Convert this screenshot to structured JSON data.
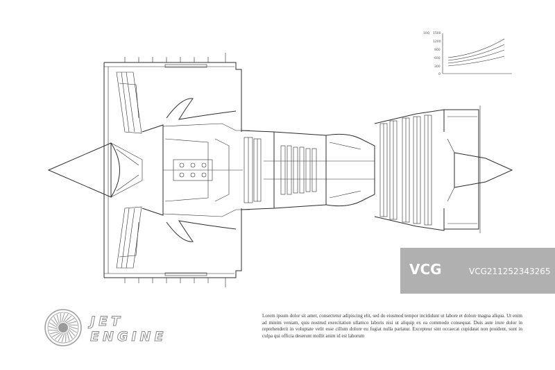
{
  "title": {
    "line1": "JET",
    "line2": "ENGINE"
  },
  "body_text": "Lorem ipsum dolor sit amet, consectetur adipiscing elit, sed do eiusmod tempor incididunt ut labore et dolore magna aliqua. Ut enim ad minim veniam, quis nostrud exercitation ullamco laboris nisi ut aliquip ex ea commodo consequat. Duis aute irure dolor in reprehenderit in voluptate velit esse cillum dolore eu fugiat nulla pariatur. Excepteur sint occaecat cupidatat non proident, sunt in culpa qui officia deserunt mollit anim id est laborum",
  "watermark": {
    "logo": "VCG",
    "id": "VCG211252343265"
  },
  "mini_chart": {
    "y_ticks": [
      "1500",
      "1200",
      "900",
      "600",
      "300",
      "0"
    ],
    "y_top_label": "10Q"
  },
  "colors": {
    "line": "#2b2b2b",
    "title_outline": "#8a8a8a",
    "watermark_bg": "#9a9a9a"
  }
}
